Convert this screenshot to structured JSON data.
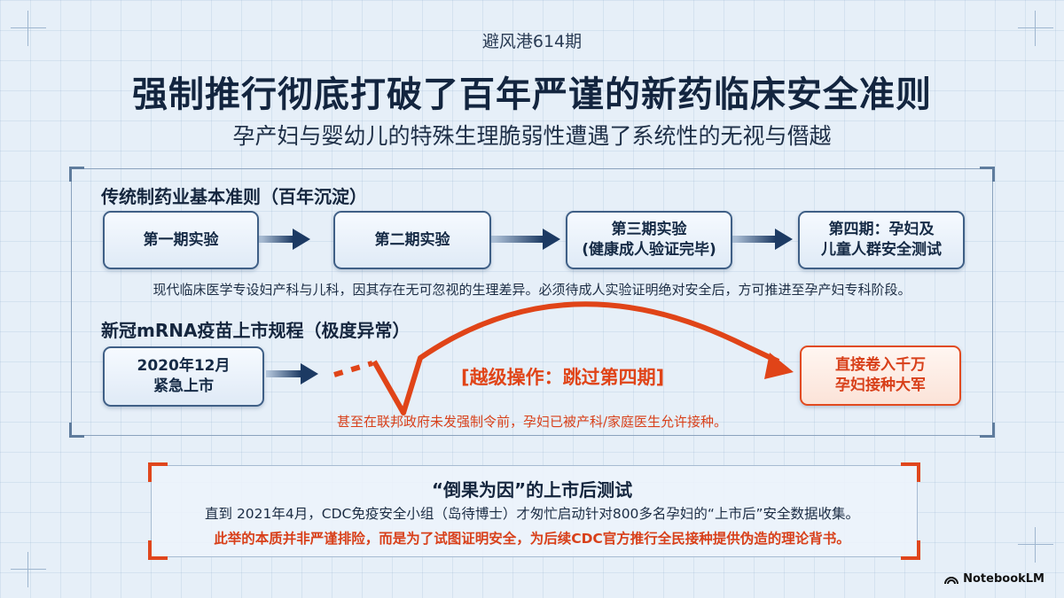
{
  "header": {
    "issue": "避风港614期",
    "title": "强制推行彻底打破了百年严谨的新药临床安全准则",
    "subtitle": "孕产妇与婴幼儿的特殊生理脆弱性遭遇了系统性的无视与僭越"
  },
  "traditional": {
    "label": "传统制药业基本准则（百年沉淀）",
    "steps": [
      {
        "label": "第一期实验"
      },
      {
        "label": "第二期实验"
      },
      {
        "label": "第三期实验\n(健康成人验证完毕)"
      },
      {
        "label": "第四期：孕妇及\n儿童人群安全测试"
      }
    ],
    "description": "现代临床医学专设妇产科与儿科，因其存在无可忽视的生理差异。必须待成人实验证明绝对安全后，方可推进至孕产妇专科阶段。"
  },
  "mrna": {
    "label": "新冠mRNA疫苗上市规程（极度异常）",
    "start": "2020年12月\n紧急上市",
    "skip_label": "[越级操作：跳过第四期]",
    "end": "直接卷入千万\n孕妇接种大军",
    "note": "甚至在联邦政府未发强制令前，孕妇已被产科/家庭医生允许接种。"
  },
  "bottom": {
    "title": "“倒果为因”的上市后测试",
    "text": "直到 2021年4月，CDC免疫安全小组（岛待博士）才匆忙启动针对800多名孕妇的“上市后”安全数据收集。",
    "highlight": "此举的本质并非严谨排险，而是为了试图证明安全，为后续CDC官方推行全民接种提供伪造的理论背书。"
  },
  "branding": {
    "logo_text": "NotebookLM"
  },
  "colors": {
    "navy": "#1c3a63",
    "accent_orange": "#e14a1f",
    "background": "#e6eff8"
  }
}
